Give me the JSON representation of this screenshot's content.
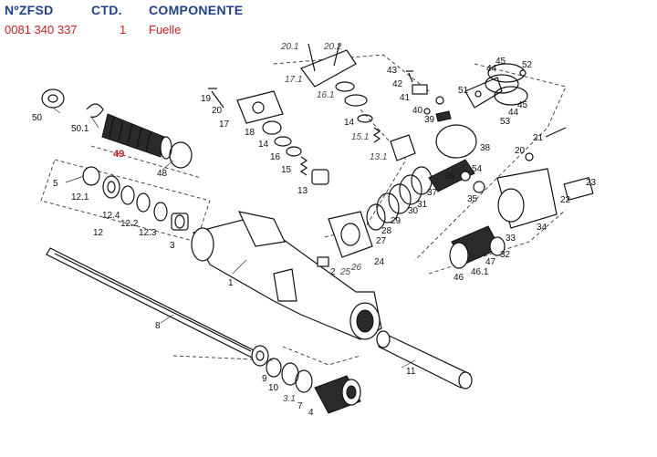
{
  "header": {
    "col_part": "NºZFSD",
    "col_qty": "CTD.",
    "col_component": "COMPONENTE"
  },
  "selected_row": {
    "part": "0081 340 337",
    "qty": "1",
    "component": "Fuelle"
  },
  "highlight_label": "49",
  "labels": {
    "n1": "1",
    "n2": "2",
    "n3": "3",
    "n4": "4",
    "n5": "5",
    "n7": "7",
    "n8": "8",
    "n9": "9",
    "n10": "10",
    "n11": "11",
    "n12": "12",
    "n12_1": "12.1",
    "n12_2": "12.2",
    "n12_3": "12.3",
    "n12_4": "12.4",
    "n13": "13",
    "n13_1": "13.1",
    "n14a": "14",
    "n14b": "14",
    "n15": "15",
    "n15_1": "15.1",
    "n16": "16",
    "n16_1": "16.1",
    "n17": "17",
    "n17_1": "17.1",
    "n18": "18",
    "n19": "19",
    "n20a": "20",
    "n20b": "20",
    "n20_1": "20.1",
    "n20_2": "20.2",
    "n21": "21",
    "n22": "22",
    "n23": "23",
    "n24": "24",
    "n25": "25",
    "n26": "26",
    "n27": "27",
    "n28": "28",
    "n29": "29",
    "n30": "30",
    "n31": "31",
    "n32": "32",
    "n33": "33",
    "n34": "34",
    "n35": "35",
    "n36": "36",
    "n37": "37",
    "n38": "38",
    "n39": "39",
    "n40": "40",
    "n41": "41",
    "n42": "42",
    "n43": "43",
    "n44a": "44",
    "n44b": "44",
    "n45a": "45",
    "n45b": "45",
    "n46": "46",
    "n46_1": "46.1",
    "n47": "47",
    "n48": "48",
    "n50": "50",
    "n50_1": "50.1",
    "n51": "51",
    "n52": "52",
    "n53": "53",
    "n54": "54",
    "n3_1": "3.1"
  }
}
